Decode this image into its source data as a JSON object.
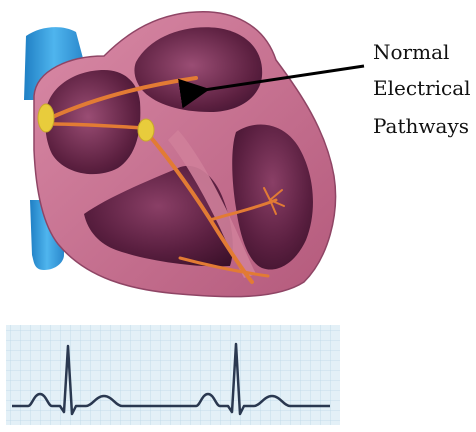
{
  "label": {
    "lines": [
      "Normal",
      "Electrical",
      "Pathways"
    ]
  },
  "colors": {
    "vessel": "#3aa0dd",
    "heart_wall": "#c7738e",
    "heart_wall_dark": "#9a4b66",
    "chamber_interior": "#6e2a4c",
    "conduction_path": "#e07a35",
    "node": "#e8cc3c",
    "ecg_background": "#e3f0f7",
    "ecg_grid": "#b9d4e4",
    "ecg_trace": "#2a3850",
    "arrow": "#000000"
  },
  "icons": {
    "pointer": "arrow-icon"
  }
}
